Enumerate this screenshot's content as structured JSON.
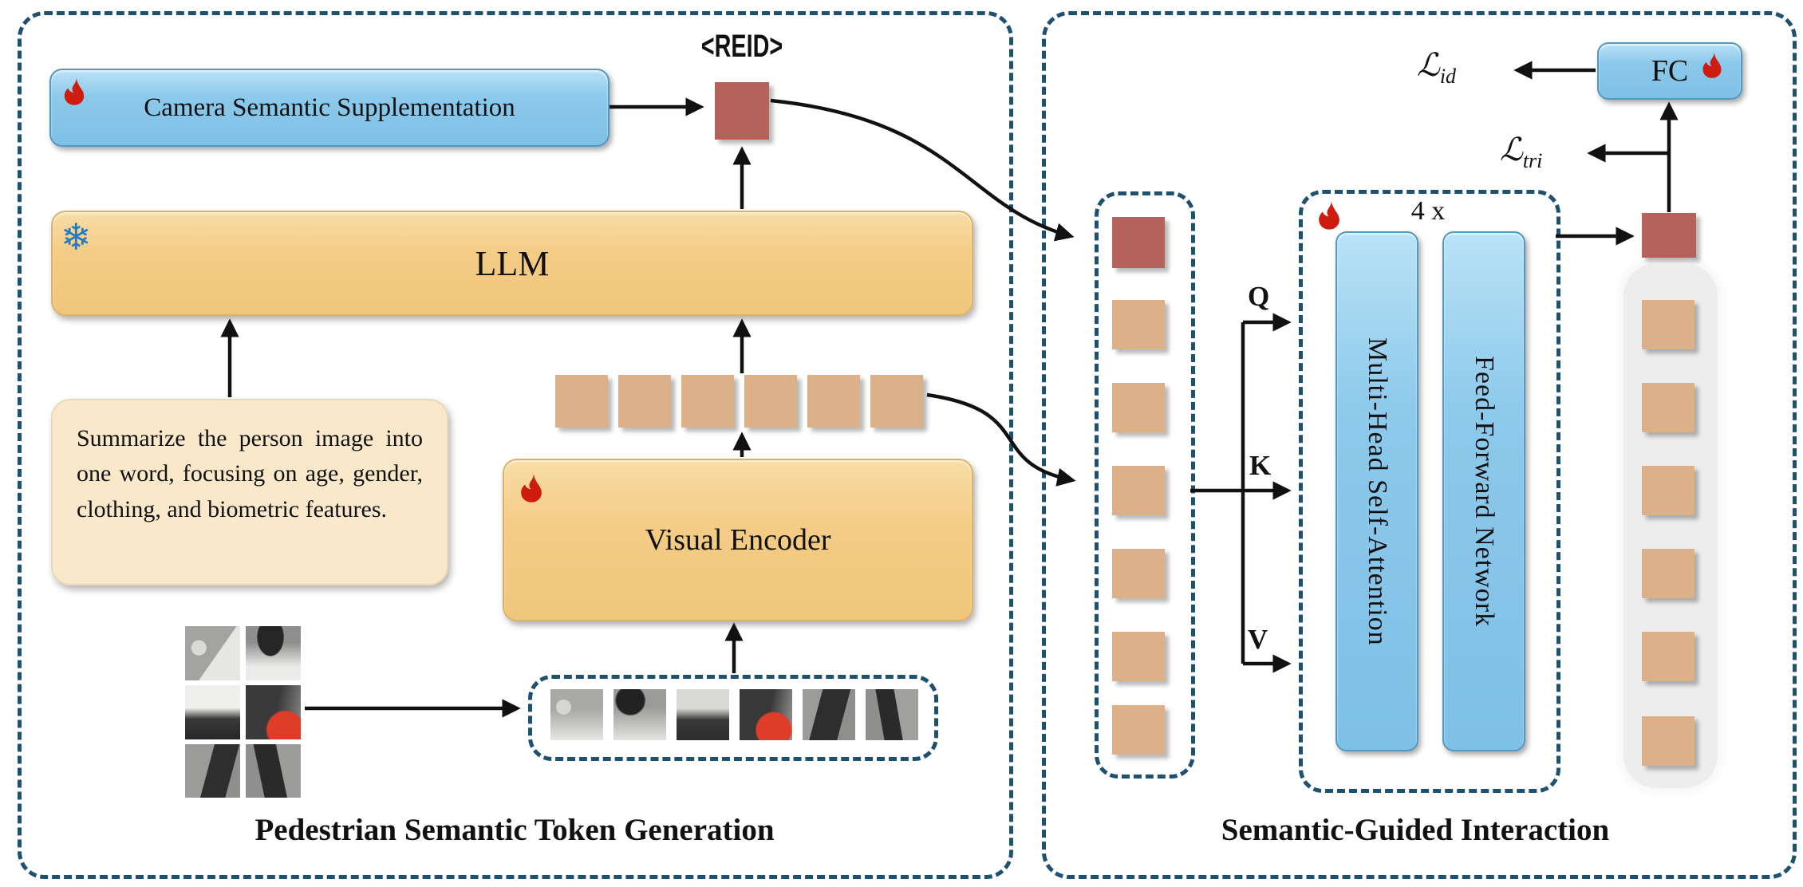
{
  "left_panel": {
    "caption": "Pedestrian Semantic Token Generation",
    "camera_box_label": "Camera Semantic Supplementation",
    "reid_token": "<REID>",
    "llm_label": "LLM",
    "prompt_text": "Summarize the person image into one word, focusing on age, gender, clothing, and biometric features.",
    "visual_encoder_label": "Visual Encoder"
  },
  "right_panel": {
    "caption": "Semantic-Guided Interaction",
    "q_label": "Q",
    "k_label": "K",
    "v_label": "V",
    "repeat_label": "4 x",
    "mhsa_label": "Multi-Head Self-Attention",
    "ffn_label": "Feed-Forward Network",
    "fc_label": "FC",
    "loss_id": {
      "symbol": "ℒ",
      "sub": "id"
    },
    "loss_tri": {
      "symbol": "ℒ",
      "sub": "tri"
    }
  },
  "icons": {
    "snowflake_glyph": "❄",
    "flame_icon": "flame-icon",
    "snowflake_icon": "snowflake-icon"
  },
  "colors": {
    "panel_dash": "#1e5070",
    "box_blue": "#8cc9eb",
    "box_tan": "#f4cc86",
    "box_cream": "#f9e8ca",
    "token_tan": "#dcb189",
    "token_red": "#b4625a",
    "flame_red": "#ce1c10",
    "snowflake_blue": "#2579c1",
    "arrow": "#111111"
  }
}
